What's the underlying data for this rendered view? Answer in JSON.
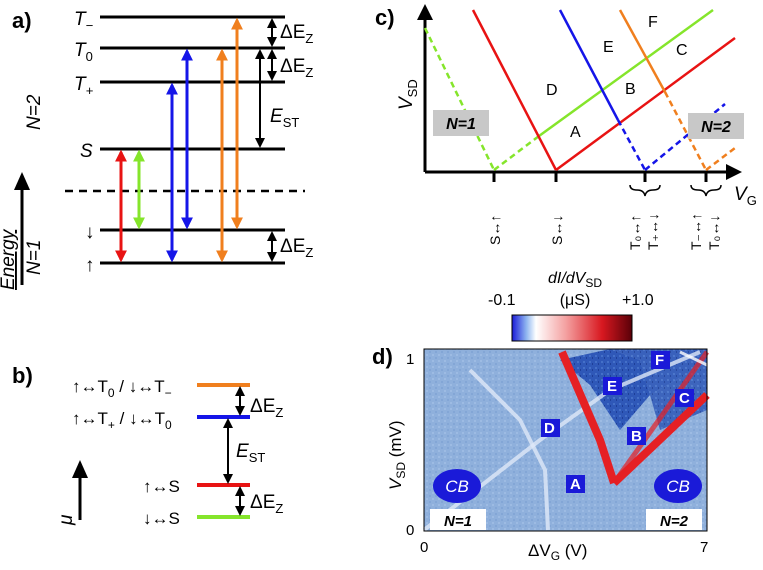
{
  "panels": {
    "a": "a)",
    "b": "b)",
    "c": "c)",
    "d": "d)"
  },
  "panel_a": {
    "levels": {
      "t_minus": "T",
      "t_minus_sub": "−",
      "t0": "T",
      "t0_sub": "0",
      "t_plus": "T",
      "t_plus_sub": "+",
      "s": "S",
      "down": "↓",
      "up": "↑"
    },
    "gaps": {
      "ez": "ΔE",
      "ez_sub": "Z",
      "est": "E",
      "est_sub": "ST"
    },
    "n2": "N=2",
    "n1": "N=1",
    "energy": "Energy"
  },
  "panel_b": {
    "rows": [
      {
        "text": "↑↔T",
        "sub": "0",
        "text2": " / ↓↔T",
        "sub2": "−",
        "color": "#f07f1e"
      },
      {
        "text": "↑↔T",
        "sub": "+",
        "text2": " / ↓↔T",
        "sub2": "0",
        "color": "#1515e8"
      },
      {
        "text": "↑↔S",
        "color": "#e81313"
      },
      {
        "text": "↓↔S",
        "color": "#85e52b"
      }
    ],
    "ez": "ΔE",
    "ez_sub": "Z",
    "est": "E",
    "est_sub": "ST",
    "mu": "μ"
  },
  "panel_c": {
    "ylabel": "V",
    "ylabel_sub": "SD",
    "xlabel": "V",
    "xlabel_sub": "G",
    "regions": [
      "A",
      "B",
      "C",
      "D",
      "E",
      "F"
    ],
    "n1": "N=1",
    "n2": "N=2",
    "ticks": [
      "S↔↑",
      "S↔↓",
      "T₀↔↑",
      "T₊↔↓",
      "T₋↔↑",
      "T₀↔↓"
    ]
  },
  "panel_d": {
    "cbar_title": "dI/dV",
    "cbar_title_sub": "SD",
    "cbar_unit": "(μS)",
    "cbar_min": "-0.1",
    "cbar_max": "+1.0",
    "ylabel": "V",
    "ylabel_sub": "SD",
    "ylabel_unit": " (mV)",
    "xlabel": "ΔV",
    "xlabel_sub": "G",
    "xlabel_unit": " (V)",
    "y_ticks": [
      "1",
      "0"
    ],
    "x_ticks": [
      "0",
      "7"
    ],
    "regions": [
      "A",
      "B",
      "C",
      "D",
      "E",
      "F"
    ],
    "cb": "CB",
    "n1": "N=1",
    "n2": "N=2"
  },
  "colors": {
    "red": "#e81313",
    "blue": "#1515e8",
    "orange": "#f07f1e",
    "green": "#85e52b"
  }
}
